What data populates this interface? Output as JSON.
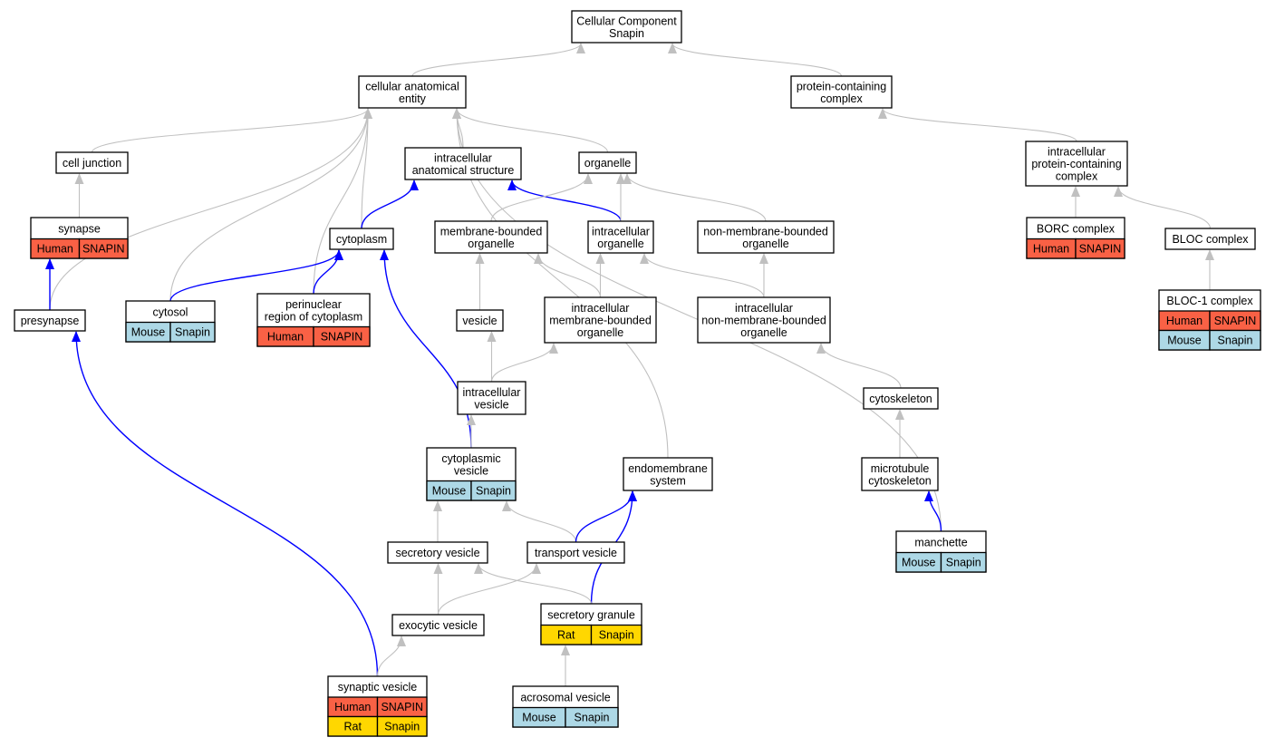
{
  "colors": {
    "background": "#ffffff",
    "edge_gray": "#c0c0c0",
    "edge_blue": "#0000ff",
    "human": "#f96145",
    "mouse": "#add8e6",
    "rat": "#ffd700"
  },
  "nodes": [
    {
      "id": "root",
      "lines": [
        "Cellular Component",
        "Snapin"
      ]
    },
    {
      "id": "cae",
      "lines": [
        "cellular anatomical",
        "entity"
      ]
    },
    {
      "id": "pcc",
      "lines": [
        "protein-containing",
        "complex"
      ]
    },
    {
      "id": "ias",
      "lines": [
        "intracellular",
        "anatomical structure"
      ]
    },
    {
      "id": "organelle",
      "lines": [
        "organelle"
      ]
    },
    {
      "id": "ipcc",
      "lines": [
        "intracellular",
        "protein-containing",
        "complex"
      ]
    },
    {
      "id": "cjunc",
      "lines": [
        "cell junction"
      ]
    },
    {
      "id": "synapse",
      "lines": [
        "synapse"
      ],
      "annotations": [
        {
          "species": "Human",
          "gene": "SNAPIN"
        }
      ]
    },
    {
      "id": "cytoplasm",
      "lines": [
        "cytoplasm"
      ]
    },
    {
      "id": "mbo",
      "lines": [
        "membrane-bounded",
        "organelle"
      ]
    },
    {
      "id": "io",
      "lines": [
        "intracellular",
        "organelle"
      ]
    },
    {
      "id": "nmbo",
      "lines": [
        "non-membrane-bounded",
        "organelle"
      ]
    },
    {
      "id": "borc",
      "lines": [
        "BORC complex"
      ],
      "annotations": [
        {
          "species": "Human",
          "gene": "SNAPIN"
        }
      ]
    },
    {
      "id": "bloc",
      "lines": [
        "BLOC complex"
      ]
    },
    {
      "id": "presynapse",
      "lines": [
        "presynapse"
      ]
    },
    {
      "id": "cytosol",
      "lines": [
        "cytosol"
      ],
      "annotations": [
        {
          "species": "Mouse",
          "gene": "Snapin"
        }
      ]
    },
    {
      "id": "peri",
      "lines": [
        "perinuclear",
        "region of cytoplasm"
      ],
      "annotations": [
        {
          "species": "Human",
          "gene": "SNAPIN"
        }
      ]
    },
    {
      "id": "vesicle",
      "lines": [
        "vesicle"
      ]
    },
    {
      "id": "imbo",
      "lines": [
        "intracellular",
        "membrane-bounded",
        "organelle"
      ]
    },
    {
      "id": "inmbo",
      "lines": [
        "intracellular",
        "non-membrane-bounded",
        "organelle"
      ]
    },
    {
      "id": "bloc1",
      "lines": [
        "BLOC-1 complex"
      ],
      "annotations": [
        {
          "species": "Human",
          "gene": "SNAPIN"
        },
        {
          "species": "Mouse",
          "gene": "Snapin"
        }
      ]
    },
    {
      "id": "ivesicle",
      "lines": [
        "intracellular",
        "vesicle"
      ]
    },
    {
      "id": "cytoskel",
      "lines": [
        "cytoskeleton"
      ]
    },
    {
      "id": "cvesicle",
      "lines": [
        "cytoplasmic",
        "vesicle"
      ],
      "annotations": [
        {
          "species": "Mouse",
          "gene": "Snapin"
        }
      ]
    },
    {
      "id": "endo",
      "lines": [
        "endomembrane",
        "system"
      ]
    },
    {
      "id": "mtcyto",
      "lines": [
        "microtubule",
        "cytoskeleton"
      ]
    },
    {
      "id": "manchette",
      "lines": [
        "manchette"
      ],
      "annotations": [
        {
          "species": "Mouse",
          "gene": "Snapin"
        }
      ]
    },
    {
      "id": "secves",
      "lines": [
        "secretory vesicle"
      ]
    },
    {
      "id": "transves",
      "lines": [
        "transport vesicle"
      ]
    },
    {
      "id": "exoves",
      "lines": [
        "exocytic vesicle"
      ]
    },
    {
      "id": "secgran",
      "lines": [
        "secretory granule"
      ],
      "annotations": [
        {
          "species": "Rat",
          "gene": "Snapin"
        }
      ]
    },
    {
      "id": "synves",
      "lines": [
        "synaptic vesicle"
      ],
      "annotations": [
        {
          "species": "Human",
          "gene": "SNAPIN"
        },
        {
          "species": "Rat",
          "gene": "Snapin"
        }
      ]
    },
    {
      "id": "acroves",
      "lines": [
        "acrosomal vesicle"
      ],
      "annotations": [
        {
          "species": "Mouse",
          "gene": "Snapin"
        }
      ]
    }
  ],
  "edges": [
    {
      "from": "cae",
      "to": "root",
      "type": "gray"
    },
    {
      "from": "pcc",
      "to": "root",
      "type": "gray"
    },
    {
      "from": "cjunc",
      "to": "cae",
      "type": "gray"
    },
    {
      "from": "ias",
      "to": "cae",
      "type": "gray"
    },
    {
      "from": "organelle",
      "to": "cae",
      "type": "gray"
    },
    {
      "from": "presynapse",
      "to": "cae",
      "type": "gray"
    },
    {
      "from": "cytosol",
      "to": "cae",
      "type": "gray"
    },
    {
      "from": "peri",
      "to": "cae",
      "type": "gray"
    },
    {
      "from": "cytoplasm",
      "to": "cae",
      "type": "gray"
    },
    {
      "from": "endo",
      "to": "cae",
      "type": "gray"
    },
    {
      "from": "manchette",
      "to": "cae",
      "type": "gray"
    },
    {
      "from": "ipcc",
      "to": "pcc",
      "type": "gray"
    },
    {
      "from": "synapse",
      "to": "cjunc",
      "type": "gray"
    },
    {
      "from": "presynapse",
      "to": "synapse",
      "type": "blue"
    },
    {
      "from": "cytoplasm",
      "to": "ias",
      "type": "blue"
    },
    {
      "from": "io",
      "to": "ias",
      "type": "blue"
    },
    {
      "from": "cytosol",
      "to": "cytoplasm",
      "type": "blue"
    },
    {
      "from": "peri",
      "to": "cytoplasm",
      "type": "blue"
    },
    {
      "from": "cvesicle",
      "to": "cytoplasm",
      "type": "blue"
    },
    {
      "from": "mbo",
      "to": "organelle",
      "type": "gray"
    },
    {
      "from": "io",
      "to": "organelle",
      "type": "gray"
    },
    {
      "from": "nmbo",
      "to": "organelle",
      "type": "gray"
    },
    {
      "from": "vesicle",
      "to": "mbo",
      "type": "gray"
    },
    {
      "from": "imbo",
      "to": "mbo",
      "type": "gray"
    },
    {
      "from": "imbo",
      "to": "io",
      "type": "gray"
    },
    {
      "from": "inmbo",
      "to": "io",
      "type": "gray"
    },
    {
      "from": "inmbo",
      "to": "nmbo",
      "type": "gray"
    },
    {
      "from": "borc",
      "to": "ipcc",
      "type": "gray"
    },
    {
      "from": "bloc",
      "to": "ipcc",
      "type": "gray"
    },
    {
      "from": "bloc1",
      "to": "bloc",
      "type": "gray"
    },
    {
      "from": "synves",
      "to": "presynapse",
      "type": "blue"
    },
    {
      "from": "ivesicle",
      "to": "vesicle",
      "type": "gray"
    },
    {
      "from": "ivesicle",
      "to": "imbo",
      "type": "gray"
    },
    {
      "from": "cytoskel",
      "to": "inmbo",
      "type": "gray"
    },
    {
      "from": "cvesicle",
      "to": "ivesicle",
      "type": "gray"
    },
    {
      "from": "secves",
      "to": "cvesicle",
      "type": "gray"
    },
    {
      "from": "transves",
      "to": "cvesicle",
      "type": "gray"
    },
    {
      "from": "transves",
      "to": "endo",
      "type": "blue"
    },
    {
      "from": "secgran",
      "to": "endo",
      "type": "blue"
    },
    {
      "from": "mtcyto",
      "to": "cytoskel",
      "type": "gray"
    },
    {
      "from": "manchette",
      "to": "mtcyto",
      "type": "blue"
    },
    {
      "from": "exoves",
      "to": "secves",
      "type": "gray"
    },
    {
      "from": "exoves",
      "to": "transves",
      "type": "gray"
    },
    {
      "from": "secgran",
      "to": "secves",
      "type": "gray"
    },
    {
      "from": "synves",
      "to": "exoves",
      "type": "gray"
    },
    {
      "from": "acroves",
      "to": "secgran",
      "type": "gray"
    }
  ]
}
